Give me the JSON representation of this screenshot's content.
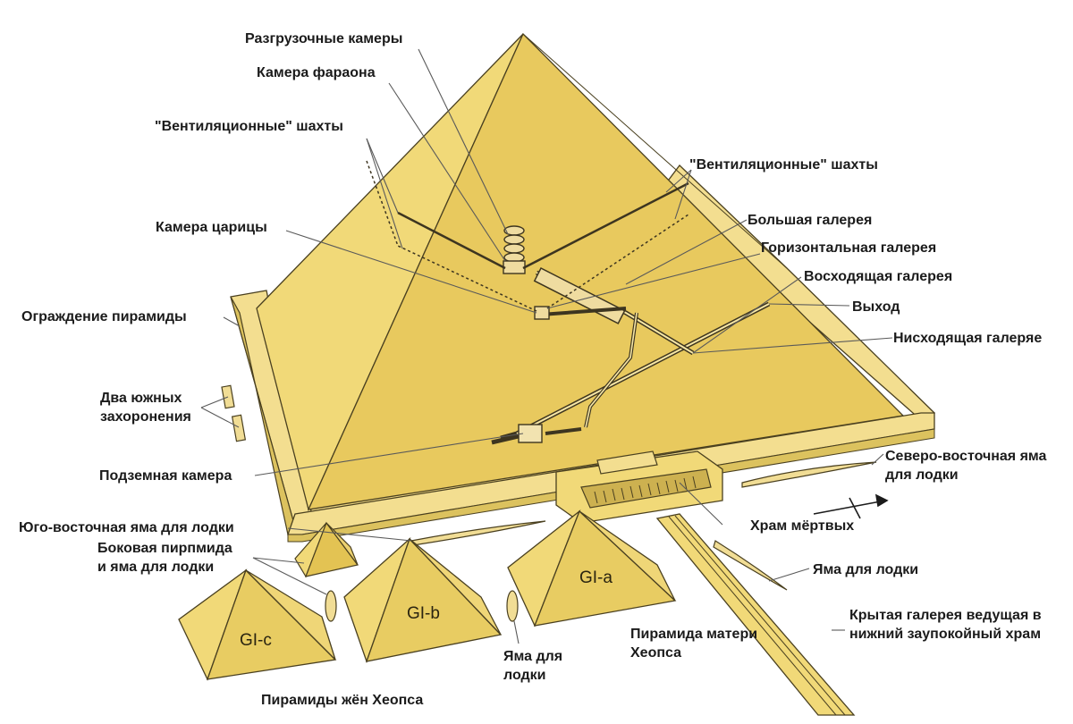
{
  "title": "",
  "labels": {
    "relieving_chambers": "Разгрузочные камеры",
    "kings_chamber": "Камера фараона",
    "air_shafts_left": "\"Вентиляционные\" шахты",
    "air_shafts_right": "\"Вентиляционные\" шахты",
    "queens_chamber": "Камера царицы",
    "grand_gallery": "Большая галерея",
    "horizontal_gallery": "Горизонтальная галерея",
    "ascending_gallery": "Восходящая галерея",
    "exit": "Выход",
    "enclosure_wall": "Ограждение пирамиды",
    "descending_gallery": "Нисходящая галеряе",
    "two_south_burials": [
      "Два южных",
      "захоронения"
    ],
    "subterranean_chamber": "Подземная камера",
    "ne_boat_pit": [
      "Северо-восточная яма",
      "для лодки"
    ],
    "se_boat_pit": "Юго-восточная яма для лодки",
    "mortuary_temple": "Храм мёртвых",
    "side_pyramid": [
      "Боковая пирпмида",
      "и яма для лодки"
    ],
    "boat_pit_right": "Яма для лодки",
    "causeway": [
      "Крытая галерея ведущая в",
      "нижний заупокойный храм"
    ],
    "mother_pyramid": [
      "Пирамида матери",
      "Хеопса"
    ],
    "boat_pit_bottom": [
      "Яма для",
      "лодки"
    ],
    "queens_pyramids": "Пирамиды жён Хеопса"
  },
  "pyramid_codes": {
    "gi_a": "GI-a",
    "gi_b": "GI-b",
    "gi_c": "GI-c"
  },
  "colors": {
    "pyramid_left_face": "#f1d978",
    "pyramid_right_face": "#e6c85c",
    "ground": "#f0d882",
    "wall_top": "#f3de90",
    "wall_side": "#dcc25e",
    "outline": "#4a4020",
    "leader": "#5a5a5a"
  }
}
